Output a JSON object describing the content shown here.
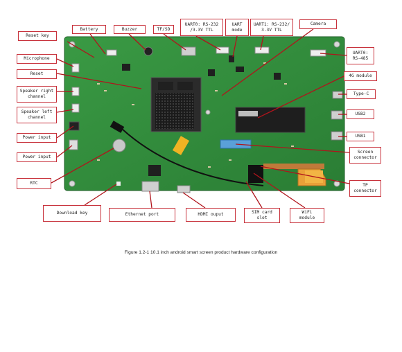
{
  "figure_caption": "Figure 1.2-1 10.1 inch android smart screen product hardware configuration",
  "colors": {
    "board": "#2f8a3a",
    "leader": "#b0141c",
    "label_border": "#c8323c"
  },
  "callouts": {
    "reset_key": "Reset key",
    "battery": "Battery",
    "buzzer": "Buzzer",
    "tf_sd": "TF/SD",
    "uart0": "UART0: RS-232\n/3.3V TTL",
    "uart_mode": "UART\nmode",
    "uart1": "UART1: RS-232/\n3.3V TTL",
    "camera": "Camera",
    "uart0_rs485": "UART0:\nRS-485",
    "microphone": "Microphone",
    "reset": "Reset",
    "module_4g": "4G module",
    "speaker_right": "Speaker right\nchannel",
    "type_c": "Type-C",
    "speaker_left": "Speaker left\nchannel",
    "usb2": "USB2",
    "power_input_1": "Power input",
    "usb1": "USB1",
    "power_input_2": "Power input",
    "screen_connector": "Screen\nconnector",
    "rtc": "RTC",
    "tp_connector": "TP\nconnector",
    "download_key": "Download key",
    "ethernet_port": "Ethernet port",
    "hdmi_output": "HDMI ouput",
    "sim_card_slot": "SIM card\nslot",
    "wifi_module": "WiFi\nmodule"
  }
}
